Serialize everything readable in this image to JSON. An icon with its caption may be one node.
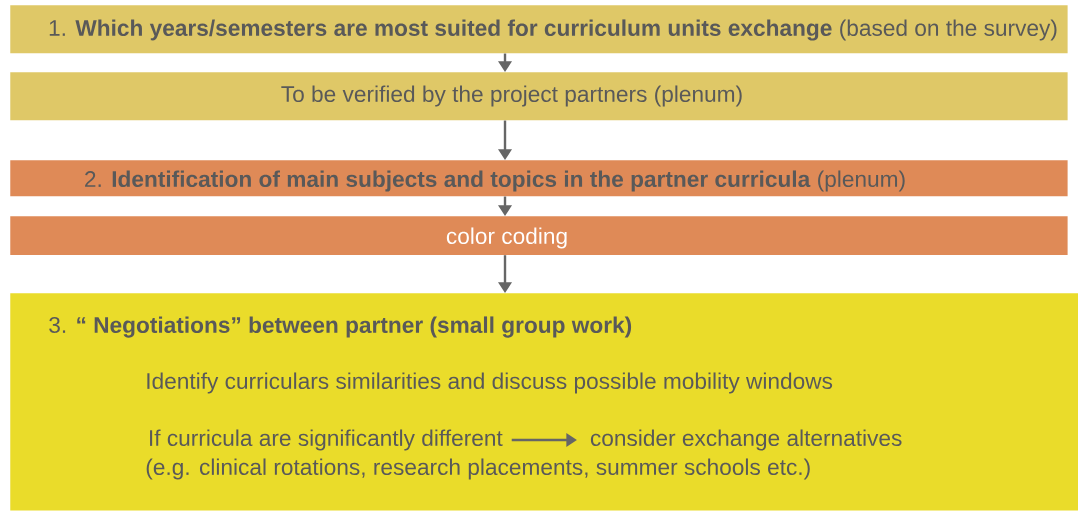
{
  "diagram": {
    "nodes": [
      {
        "text": [
          "1. **Which years/semesters are most suited for curriculum units exchange** (based on the survey)"
        ]
      },
      {
        "text": [
          "To be verified by the project partners (plenum)"
        ]
      },
      {
        "text": [
          "2. **Identification of main subjects and topics in the partner curricula** (plenum)"
        ]
      },
      {
        "text": [
          "color coding"
        ]
      },
      {
        "text": [
          "3. **“ Negotiations” between partner (small group work)**",
          "Identify curriculars similarities and discuss possible mobility windows",
          "(e.g. clinical rotations, research placements, summer schools etc.)"
        ]
      },
      {
        "text": [
          "If curricula are significantly different"
        ],
        "in": 4
      },
      {
        "text": [
          "consider exchange alternatives"
        ],
        "in": 4
      }
    ],
    "edges": [
      {
        "from": 0,
        "to": 1,
        "arrow": "to"
      },
      {
        "from": 1,
        "to": 2,
        "arrow": "to"
      },
      {
        "from": 2,
        "to": 3,
        "arrow": "to"
      },
      {
        "from": 3,
        "to": 4,
        "arrow": "to"
      },
      {
        "from": 5,
        "to": 6,
        "arrow": "to"
      }
    ]
  }
}
